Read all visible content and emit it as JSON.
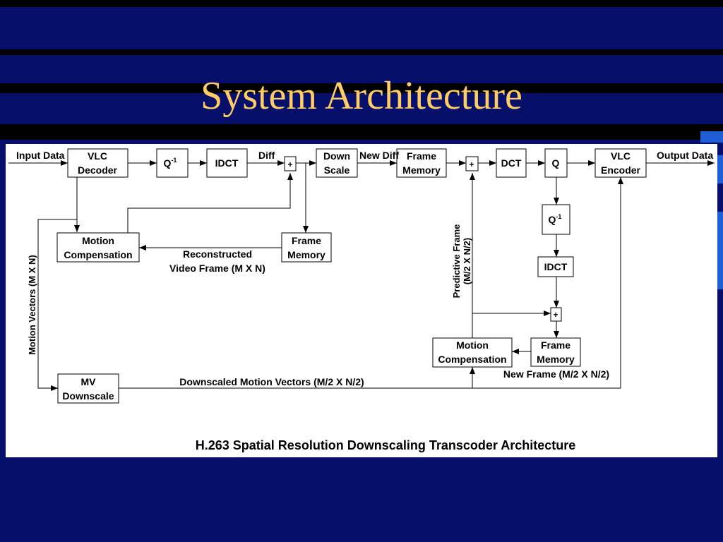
{
  "slide": {
    "title": "System Architecture",
    "colors": {
      "background": "#06106a",
      "title": "#ffcc66",
      "panel": "#ffffff",
      "accent": "#1f5fd6"
    }
  },
  "diagram": {
    "caption": "H.263 Spatial Resolution Downscaling Transcoder Architecture",
    "blocks": {
      "vlc_decoder": [
        "VLC",
        "Decoder"
      ],
      "q_inv_1": {
        "base": "Q",
        "sup": "-1"
      },
      "idct_1": "IDCT",
      "sum_1": "+",
      "down_scale": [
        "Down",
        "Scale"
      ],
      "frame_memory_top": [
        "Frame",
        "Memory"
      ],
      "sum_2": "+",
      "dct": "DCT",
      "q": "Q",
      "vlc_encoder": [
        "VLC",
        "Encoder"
      ],
      "motion_comp_1": [
        "Motion",
        "Compensation"
      ],
      "frame_memory_1": [
        "Frame",
        "Memory"
      ],
      "q_inv_2": {
        "base": "Q",
        "sup": "-1"
      },
      "idct_2": "IDCT",
      "sum_3": "+",
      "frame_memory_2": [
        "Frame",
        "Memory"
      ],
      "motion_comp_2": [
        "Motion",
        "Compensation"
      ],
      "mv_downscale": [
        "MV",
        "Downscale"
      ]
    },
    "labels": {
      "input_data": "Input Data",
      "diff": "Diff",
      "new_diff": "New Diff",
      "output_data": "Output Data",
      "reconstructed": [
        "Reconstructed",
        "Video Frame (M X N)"
      ],
      "motion_vectors": "Motion Vectors (M X N)",
      "predictive_frame": [
        "Predictive Frame",
        "(M/2 X N/2)"
      ],
      "new_frame": "New Frame (M/2 X N/2)",
      "downscaled_mv": "Downscaled Motion Vectors (M/2 X N/2)"
    }
  }
}
